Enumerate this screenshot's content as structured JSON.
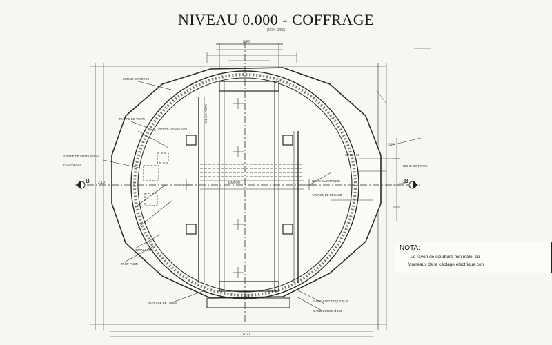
{
  "drawing": {
    "title": "NIVEAU 0.000 - COFFRAGE",
    "scale_note": "(ÉCH. 1/50)",
    "section_left": "B",
    "section_right": "B",
    "labels": {
      "top_left": "SOMME DE TORES",
      "left_1": "TRAPPE DE VISITE",
      "left_2": "TRAPPE D'AERATION",
      "left_3": "SORTIE DE VENTILATION",
      "left_4": "FOURREAUX",
      "left_5": "TOTAL LONG.",
      "left_6": "TROP PLEIN",
      "bottom_left": "NERVURE DE TORES",
      "bottom_right_1": "GAINE ÉLECTRIQUE Ø 65",
      "bottom_right_2": "GAINE FORCE Ø 100",
      "right_1": "COTE 3.30",
      "right_2": "NICHE DE TORES",
      "right_3": "AXE",
      "center_1": "TAMPON",
      "center_2": "AXE DE PUITS",
      "right_side_1": "NICHE ÉLECTRIQUE",
      "right_side_2": "TAMPON DE REGARD"
    },
    "dims": {
      "top_span": "2.40",
      "left_level": "2.10",
      "right_level": "1.60",
      "bottom_span": "1.60",
      "bottom_total": "4.60"
    }
  },
  "nota": {
    "title": "NOTA:",
    "line1": "- Le rayon de courbure minimale, po",
    "line2": "fourreaux de la câblage électrique con"
  }
}
